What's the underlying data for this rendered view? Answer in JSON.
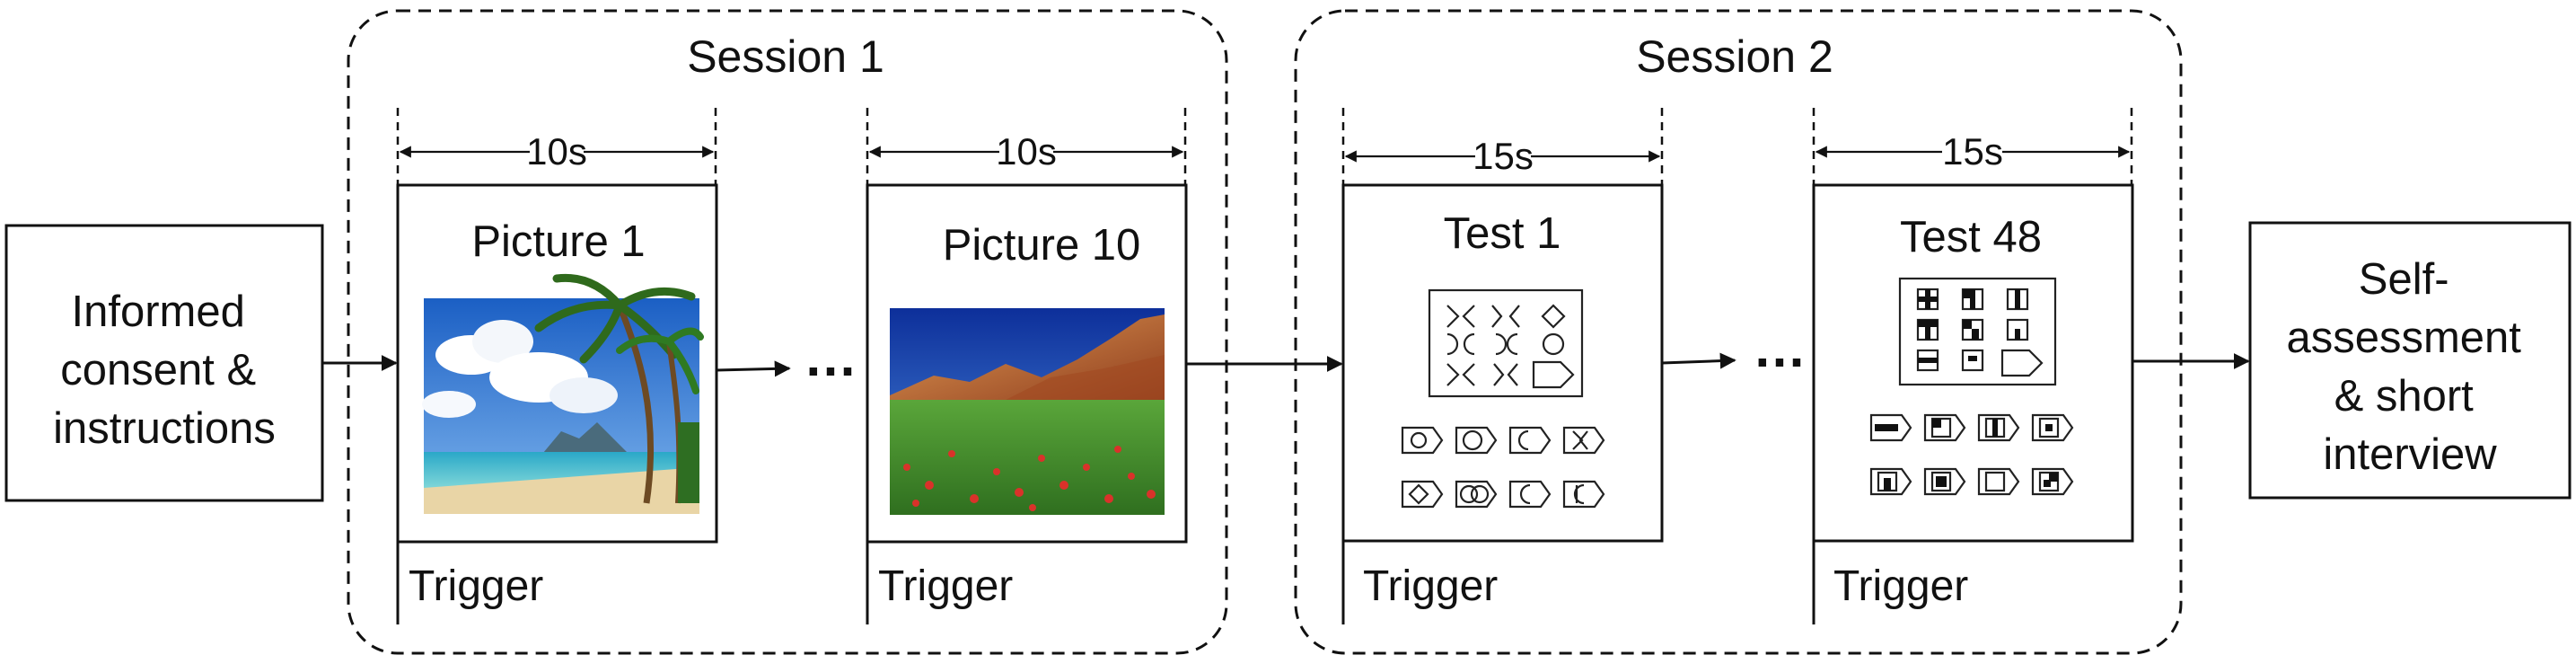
{
  "sessions": [
    {
      "label": "Session 1"
    },
    {
      "label": "Session 2"
    }
  ],
  "start_box": {
    "lines": [
      "Informed",
      "consent &",
      "instructions"
    ]
  },
  "end_box": {
    "lines": [
      "Self-",
      "assessment",
      "& short",
      "interview"
    ]
  },
  "stimuli": [
    {
      "title": "Picture 1",
      "duration": "10s",
      "trigger": "Trigger",
      "content": "beach-photo"
    },
    {
      "title": "Picture 10",
      "duration": "10s",
      "trigger": "Trigger",
      "content": "meadow-photo"
    },
    {
      "title": "Test 1",
      "duration": "15s",
      "trigger": "Trigger",
      "content": "puzzle-matrix"
    },
    {
      "title": "Test 48",
      "duration": "15s",
      "trigger": "Trigger",
      "content": "puzzle-matrix"
    }
  ],
  "ellipsis": [
    "…",
    "…"
  ],
  "colors": {
    "stroke": "#111111",
    "sky": "#2f79d6",
    "sea": "#2bb3c9",
    "sand": "#e9d5a6",
    "mountain": "#c46a33",
    "grass": "#3f8f2a",
    "flowers": "#d9322a"
  }
}
